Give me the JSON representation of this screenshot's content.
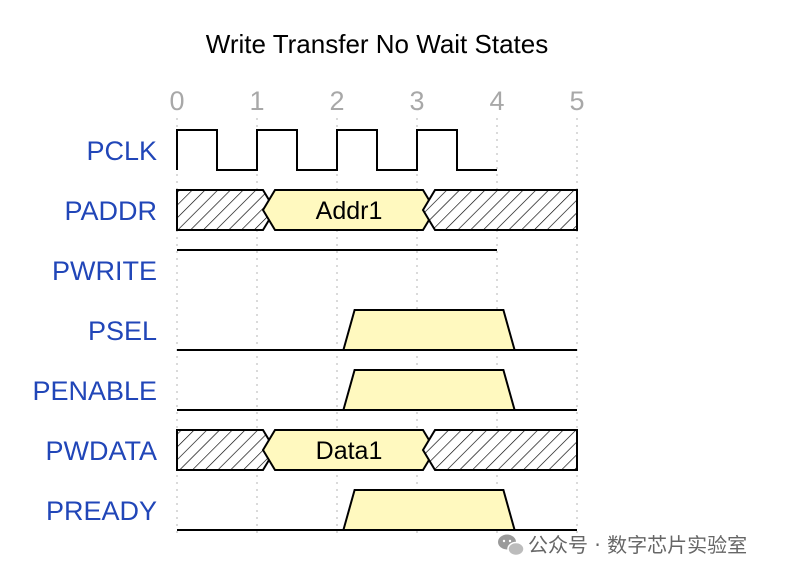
{
  "title": "Write Transfer No Wait States",
  "time_axis": {
    "ticks": [
      "0",
      "1",
      "2",
      "3",
      "4",
      "5"
    ],
    "min": 0,
    "max": 5,
    "tick_color": "#a8a8a8"
  },
  "colors": {
    "signal_label": "#2146b8",
    "data_fill": "#fff9bf",
    "line": "#000000",
    "grid": "#b4b4b4"
  },
  "signals": [
    {
      "name": "PCLK",
      "kind": "clock",
      "high_segments": [
        [
          0,
          0.5
        ],
        [
          1,
          1.5
        ],
        [
          2,
          2.5
        ],
        [
          3,
          3.5
        ]
      ],
      "end": 4
    },
    {
      "name": "PADDR",
      "kind": "bus",
      "segments": [
        {
          "from": 0,
          "to": 1.15,
          "state": "x"
        },
        {
          "from": 1.15,
          "to": 3.15,
          "state": "data",
          "label": "Addr1"
        },
        {
          "from": 3.15,
          "to": 5,
          "state": "x"
        }
      ]
    },
    {
      "name": "PWRITE",
      "kind": "level",
      "level": "high",
      "from": 0,
      "to": 4
    },
    {
      "name": "PSEL",
      "kind": "pulse",
      "rise": [
        2.08,
        2.22
      ],
      "fall": [
        4.08,
        4.22
      ],
      "end": 5
    },
    {
      "name": "PENABLE",
      "kind": "pulse",
      "rise": [
        2.08,
        2.22
      ],
      "fall": [
        4.08,
        4.22
      ],
      "end": 5
    },
    {
      "name": "PWDATA",
      "kind": "bus",
      "segments": [
        {
          "from": 0,
          "to": 1.15,
          "state": "x"
        },
        {
          "from": 1.15,
          "to": 3.15,
          "state": "data",
          "label": "Data1"
        },
        {
          "from": 3.15,
          "to": 5,
          "state": "x"
        }
      ]
    },
    {
      "name": "PREADY",
      "kind": "pulse",
      "rise": [
        2.08,
        2.22
      ],
      "fall": [
        4.08,
        4.22
      ],
      "end": 5
    }
  ],
  "watermark": {
    "icon": "wechat-icon",
    "text": "公众号 · 数字芯片实验室"
  }
}
